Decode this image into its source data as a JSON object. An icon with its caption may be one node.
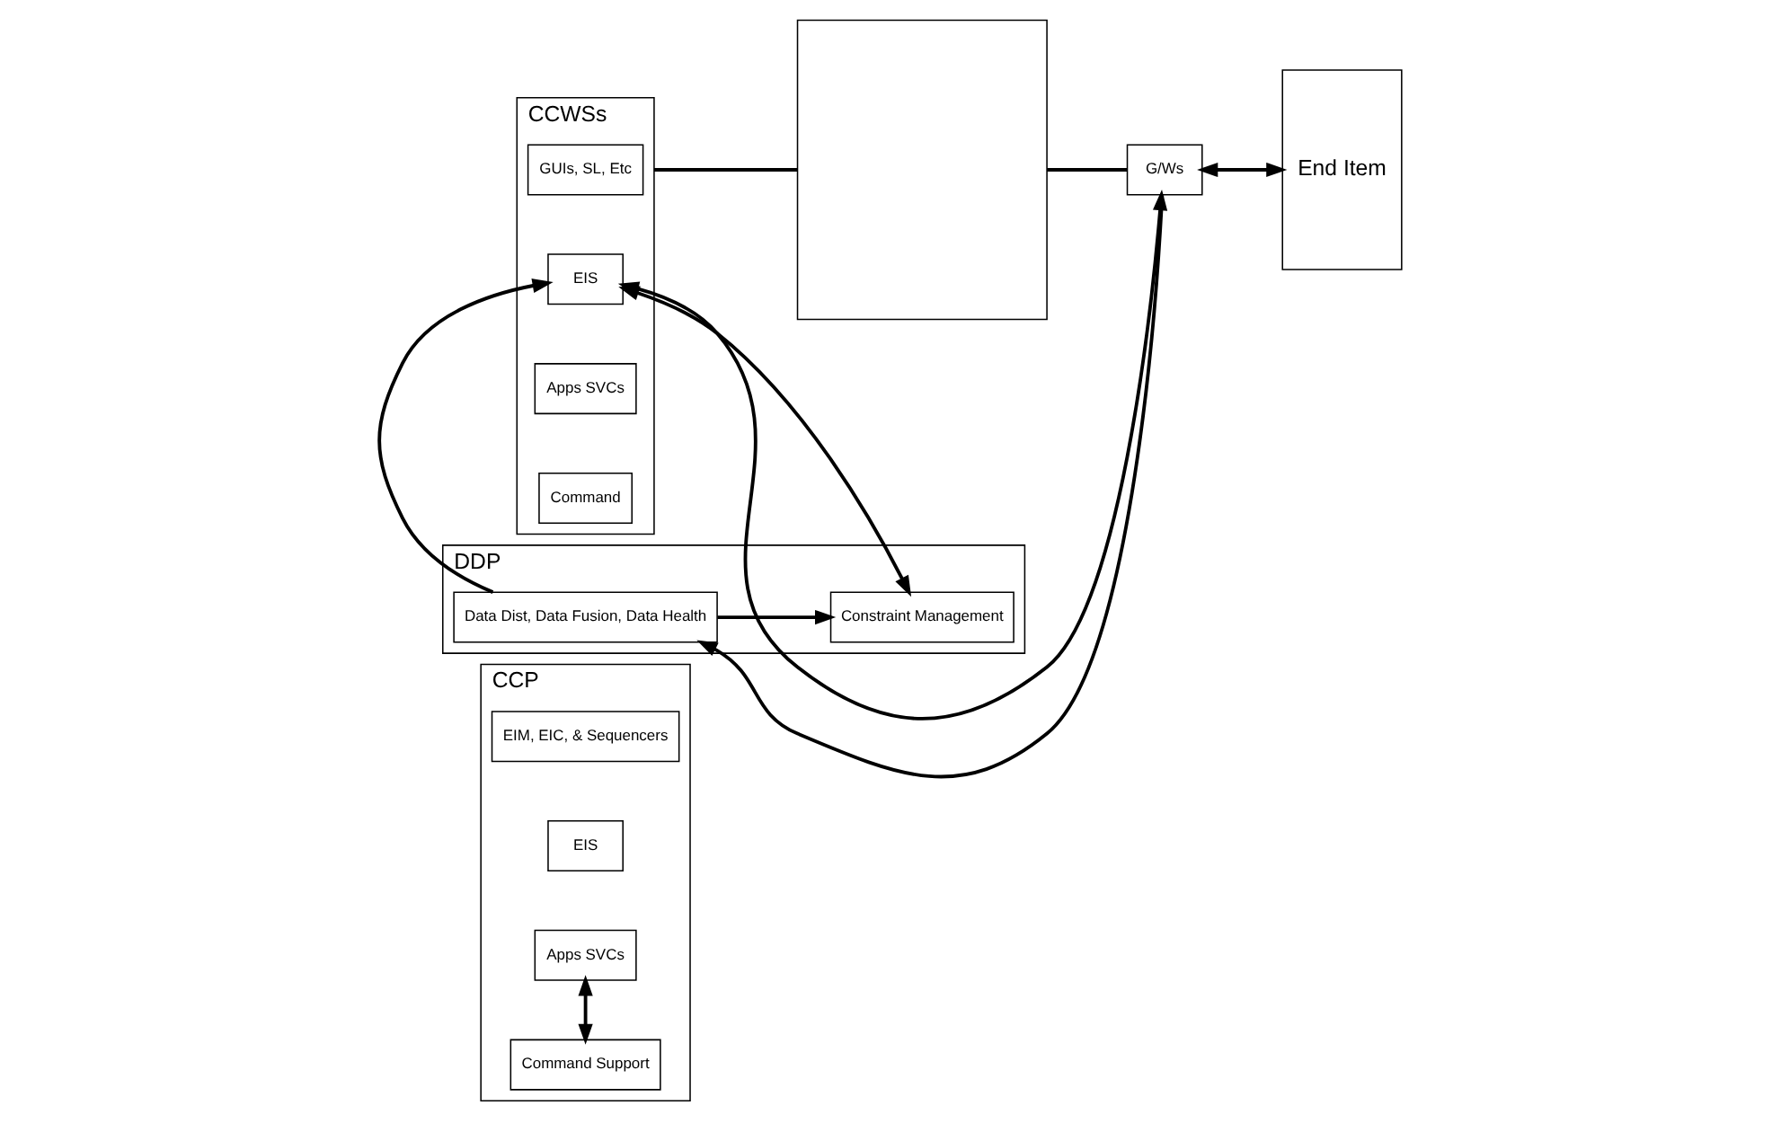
{
  "diagram": {
    "nodes": [
      {
        "text": [
          "CCP"
        ]
      },
      {
        "text": [
          "EIM, EIC, & Sequencers"
        ],
        "in": 0
      },
      {
        "text": [
          "EIS"
        ],
        "in": 0
      },
      {
        "text": [
          "Apps SVCs"
        ],
        "in": 0
      },
      {
        "text": [
          "Command Support"
        ],
        "in": 0
      },
      {
        "text": [
          "CCWSs"
        ]
      },
      {
        "text": [
          "GUIs, SL, Etc"
        ],
        "in": 5
      },
      {
        "text": [
          "EIS"
        ],
        "in": 5
      },
      {
        "text": [
          "Apps SVCs"
        ],
        "in": 5
      },
      {
        "text": [
          "Command"
        ],
        "in": 5
      },
      {
        "text": [],
        "shape": "box"
      },
      {
        "text": [
          "G/Ws"
        ]
      },
      {
        "text": [
          "End Item"
        ]
      },
      {
        "text": [
          "DDP"
        ]
      },
      {
        "text": [
          "Data Dist, Data Fusion, Data Health"
        ],
        "in": 13
      },
      {
        "text": [
          "Constraint Management"
        ],
        "in": 13
      }
    ],
    "edges": [
      {
        "from": 3,
        "to": 4,
        "arrow": "both"
      },
      {
        "from": 5,
        "to": 10,
        "arrow": "none"
      },
      {
        "from": 10,
        "to": 11,
        "arrow": "none"
      },
      {
        "from": 11,
        "to": 7,
        "arrow": "both"
      },
      {
        "from": 11,
        "to": 12,
        "arrow": "both"
      },
      {
        "from": 11,
        "to": 14,
        "arrow": "to"
      },
      {
        "from": 14,
        "to": 7,
        "arrow": "to"
      },
      {
        "from": 7,
        "to": 15,
        "arrow": "both"
      },
      {
        "from": 14,
        "to": 15,
        "arrow": "to"
      }
    ]
  }
}
